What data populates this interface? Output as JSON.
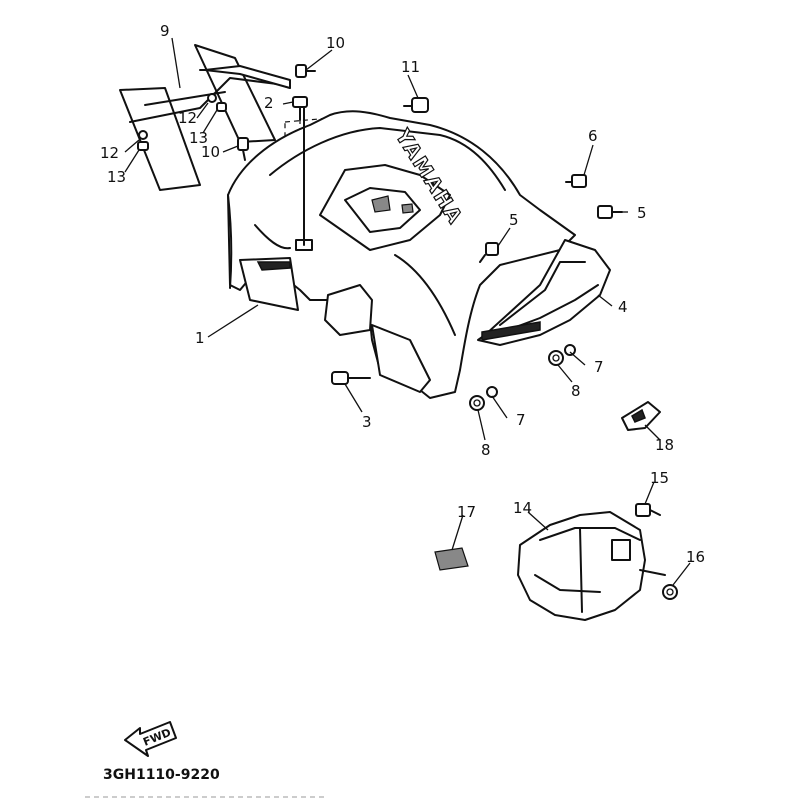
{
  "brand_text": "YAMAHA",
  "diagram_code": "3GH1110-9220",
  "fwd_label": "FWD",
  "callouts": [
    {
      "id": "c1",
      "label": "1"
    },
    {
      "id": "c2",
      "label": "2"
    },
    {
      "id": "c3",
      "label": "3"
    },
    {
      "id": "c4",
      "label": "4"
    },
    {
      "id": "c5a",
      "label": "5"
    },
    {
      "id": "c5b",
      "label": "5"
    },
    {
      "id": "c6",
      "label": "6"
    },
    {
      "id": "c7a",
      "label": "7"
    },
    {
      "id": "c7b",
      "label": "7"
    },
    {
      "id": "c8a",
      "label": "8"
    },
    {
      "id": "c8b",
      "label": "8"
    },
    {
      "id": "c9",
      "label": "9"
    },
    {
      "id": "c10a",
      "label": "10"
    },
    {
      "id": "c10b",
      "label": "10"
    },
    {
      "id": "c11",
      "label": "11"
    },
    {
      "id": "c12a",
      "label": "12"
    },
    {
      "id": "c12b",
      "label": "12"
    },
    {
      "id": "c13a",
      "label": "13"
    },
    {
      "id": "c13b",
      "label": "13"
    },
    {
      "id": "c14",
      "label": "14"
    },
    {
      "id": "c15",
      "label": "15"
    },
    {
      "id": "c16",
      "label": "16"
    },
    {
      "id": "c17",
      "label": "17"
    },
    {
      "id": "c18",
      "label": "18"
    }
  ]
}
